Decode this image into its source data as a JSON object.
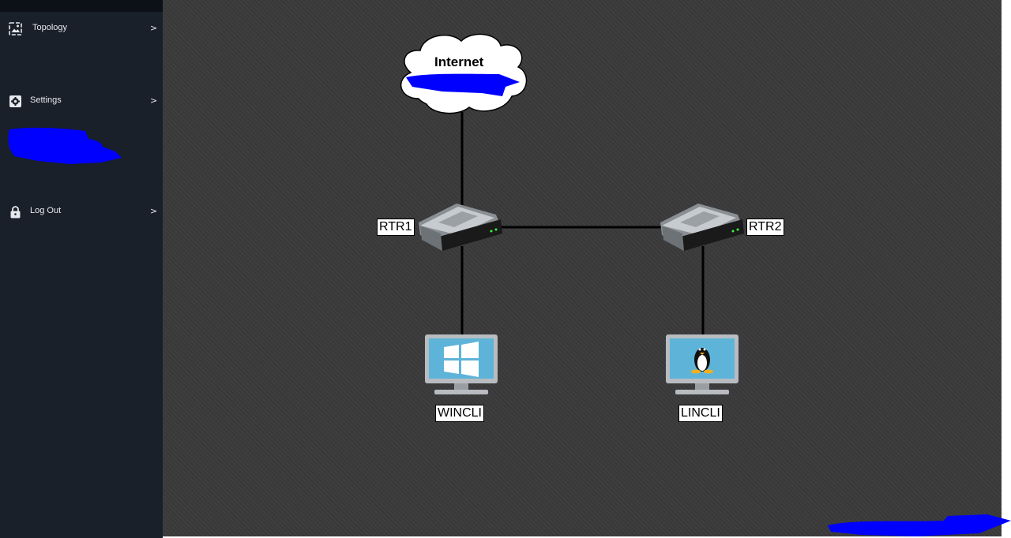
{
  "sidebar": {
    "items": [
      {
        "label": "Topology",
        "icon": "topology-image-icon",
        "chevron": ">"
      },
      {
        "label": "Settings",
        "icon": "gear-icon",
        "chevron": ">"
      },
      {
        "label": "Log Out",
        "icon": "lock-icon",
        "chevron": ">"
      }
    ]
  },
  "topology": {
    "cloud": {
      "label": "Internet",
      "icon": "cloud-icon"
    },
    "routers": [
      {
        "label": "RTR1",
        "icon": "router-icon"
      },
      {
        "label": "RTR2",
        "icon": "router-icon"
      }
    ],
    "clients": [
      {
        "label": "WINCLI",
        "icon": "windows-monitor-icon"
      },
      {
        "label": "LINCLI",
        "icon": "linux-monitor-icon"
      }
    ],
    "links": [
      {
        "from": "Internet",
        "to": "RTR1"
      },
      {
        "from": "RTR1",
        "to": "RTR2"
      },
      {
        "from": "RTR1",
        "to": "WINCLI"
      },
      {
        "from": "RTR2",
        "to": "LINCLI"
      }
    ]
  },
  "colors": {
    "sidebar_bg": "#19202a",
    "canvas_bg": "#3a3a3b",
    "redaction": "#0000ff",
    "monitor_screen": "#5db4d8"
  }
}
